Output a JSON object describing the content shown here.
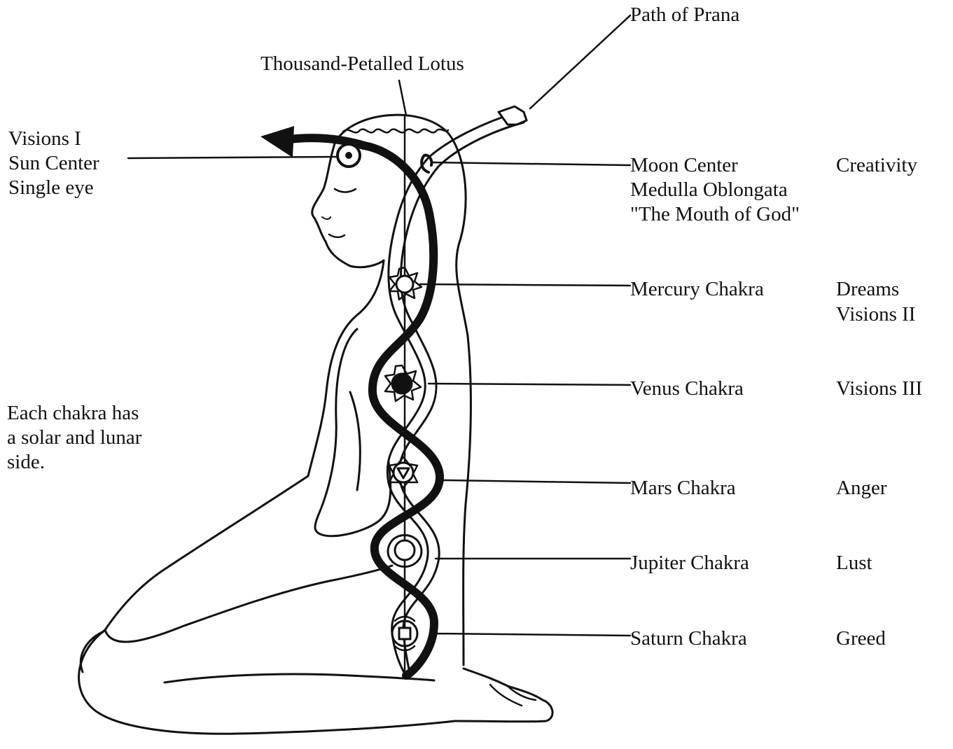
{
  "labels": {
    "path_of_prana": "Path of Prana",
    "thousand_petalled_lotus": "Thousand-Petalled Lotus",
    "sun_center": [
      "Visions I",
      "Sun Center",
      "Single eye"
    ],
    "moon_center": [
      "Moon Center",
      "Medulla Oblongata",
      "\"The Mouth of God\""
    ],
    "note": [
      "Each chakra has",
      "a solar and lunar",
      "side."
    ]
  },
  "chakras": [
    {
      "name": "Moon Center",
      "qualities": [
        "Creativity"
      ]
    },
    {
      "name": "Mercury Chakra",
      "qualities": [
        "Dreams",
        "Visions II"
      ]
    },
    {
      "name": "Venus Chakra",
      "qualities": [
        "Visions III"
      ]
    },
    {
      "name": "Mars Chakra",
      "qualities": [
        "Anger"
      ]
    },
    {
      "name": "Jupiter Chakra",
      "qualities": [
        "Lust"
      ]
    },
    {
      "name": "Saturn Chakra",
      "qualities": [
        "Greed"
      ]
    }
  ],
  "colors": {
    "ink": "#111111",
    "paper": "#ffffff"
  }
}
